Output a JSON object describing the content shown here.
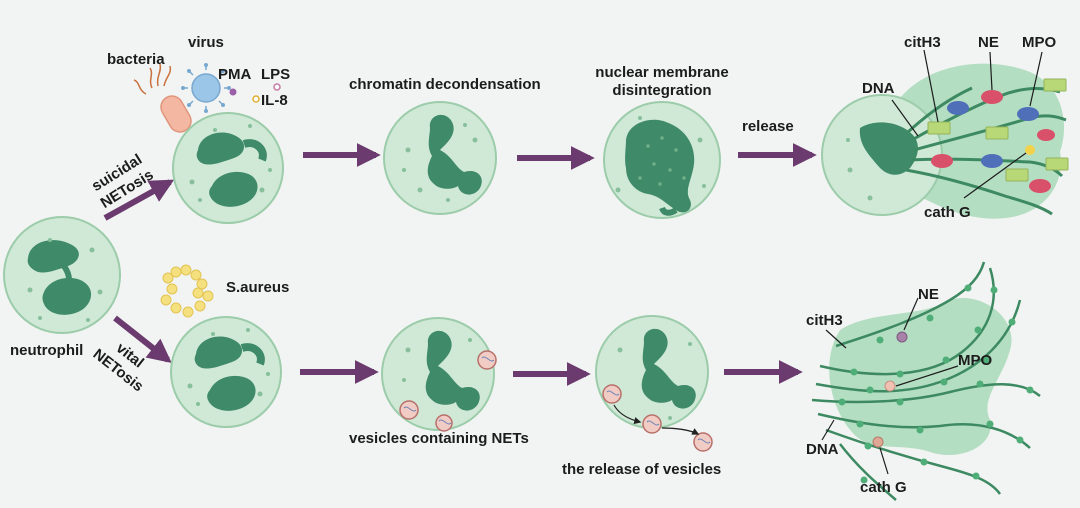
{
  "labels": {
    "bacteria": "bacteria",
    "virus": "virus",
    "pma": "PMA",
    "lps": "LPS",
    "il8": "IL-8",
    "suicidal_line1": "suicidal",
    "suicidal_line2": "NETosis",
    "vital_line1": "vital",
    "vital_line2": "NETosis",
    "neutrophil": "neutrophil",
    "s_aureus": "S.aureus",
    "chromatin_decondensation": "chromatin decondensation",
    "nuclear_membrane_line1": "nuclear membrane",
    "nuclear_membrane_line2": "disintegration",
    "release": "release",
    "vesicles_containing_nets": "vesicles containing NETs",
    "release_of_vesicles": "the release of vesicles",
    "top_net": {
      "cith3": "citH3",
      "ne": "NE",
      "mpo": "MPO",
      "dna": "DNA",
      "cath_g": "cath G"
    },
    "bottom_net": {
      "cith3": "citH3",
      "ne": "NE",
      "mpo": "MPO",
      "dna": "DNA",
      "cath_g": "cath G"
    }
  },
  "colors": {
    "background": "#f2f4f3",
    "cell_fill": "#cfe9d6",
    "cell_stroke": "#9cccaa",
    "nucleus": "#3f8a68",
    "granule": "#88bf9c",
    "arrow": "#6b3a6e",
    "net_cloud": "#a9d9b8",
    "dna_strand": "#3d8a62",
    "cith3_box": "#b8d878",
    "ne_oval": "#d9506a",
    "mpo_oval": "#4f6fb8",
    "cathg_dot": "#f2d24a",
    "bacteria": "#f4b8a2",
    "virus": "#9cc6e8",
    "s_aureus": "#f4e07e",
    "vesicle": "#f1ccc4"
  }
}
